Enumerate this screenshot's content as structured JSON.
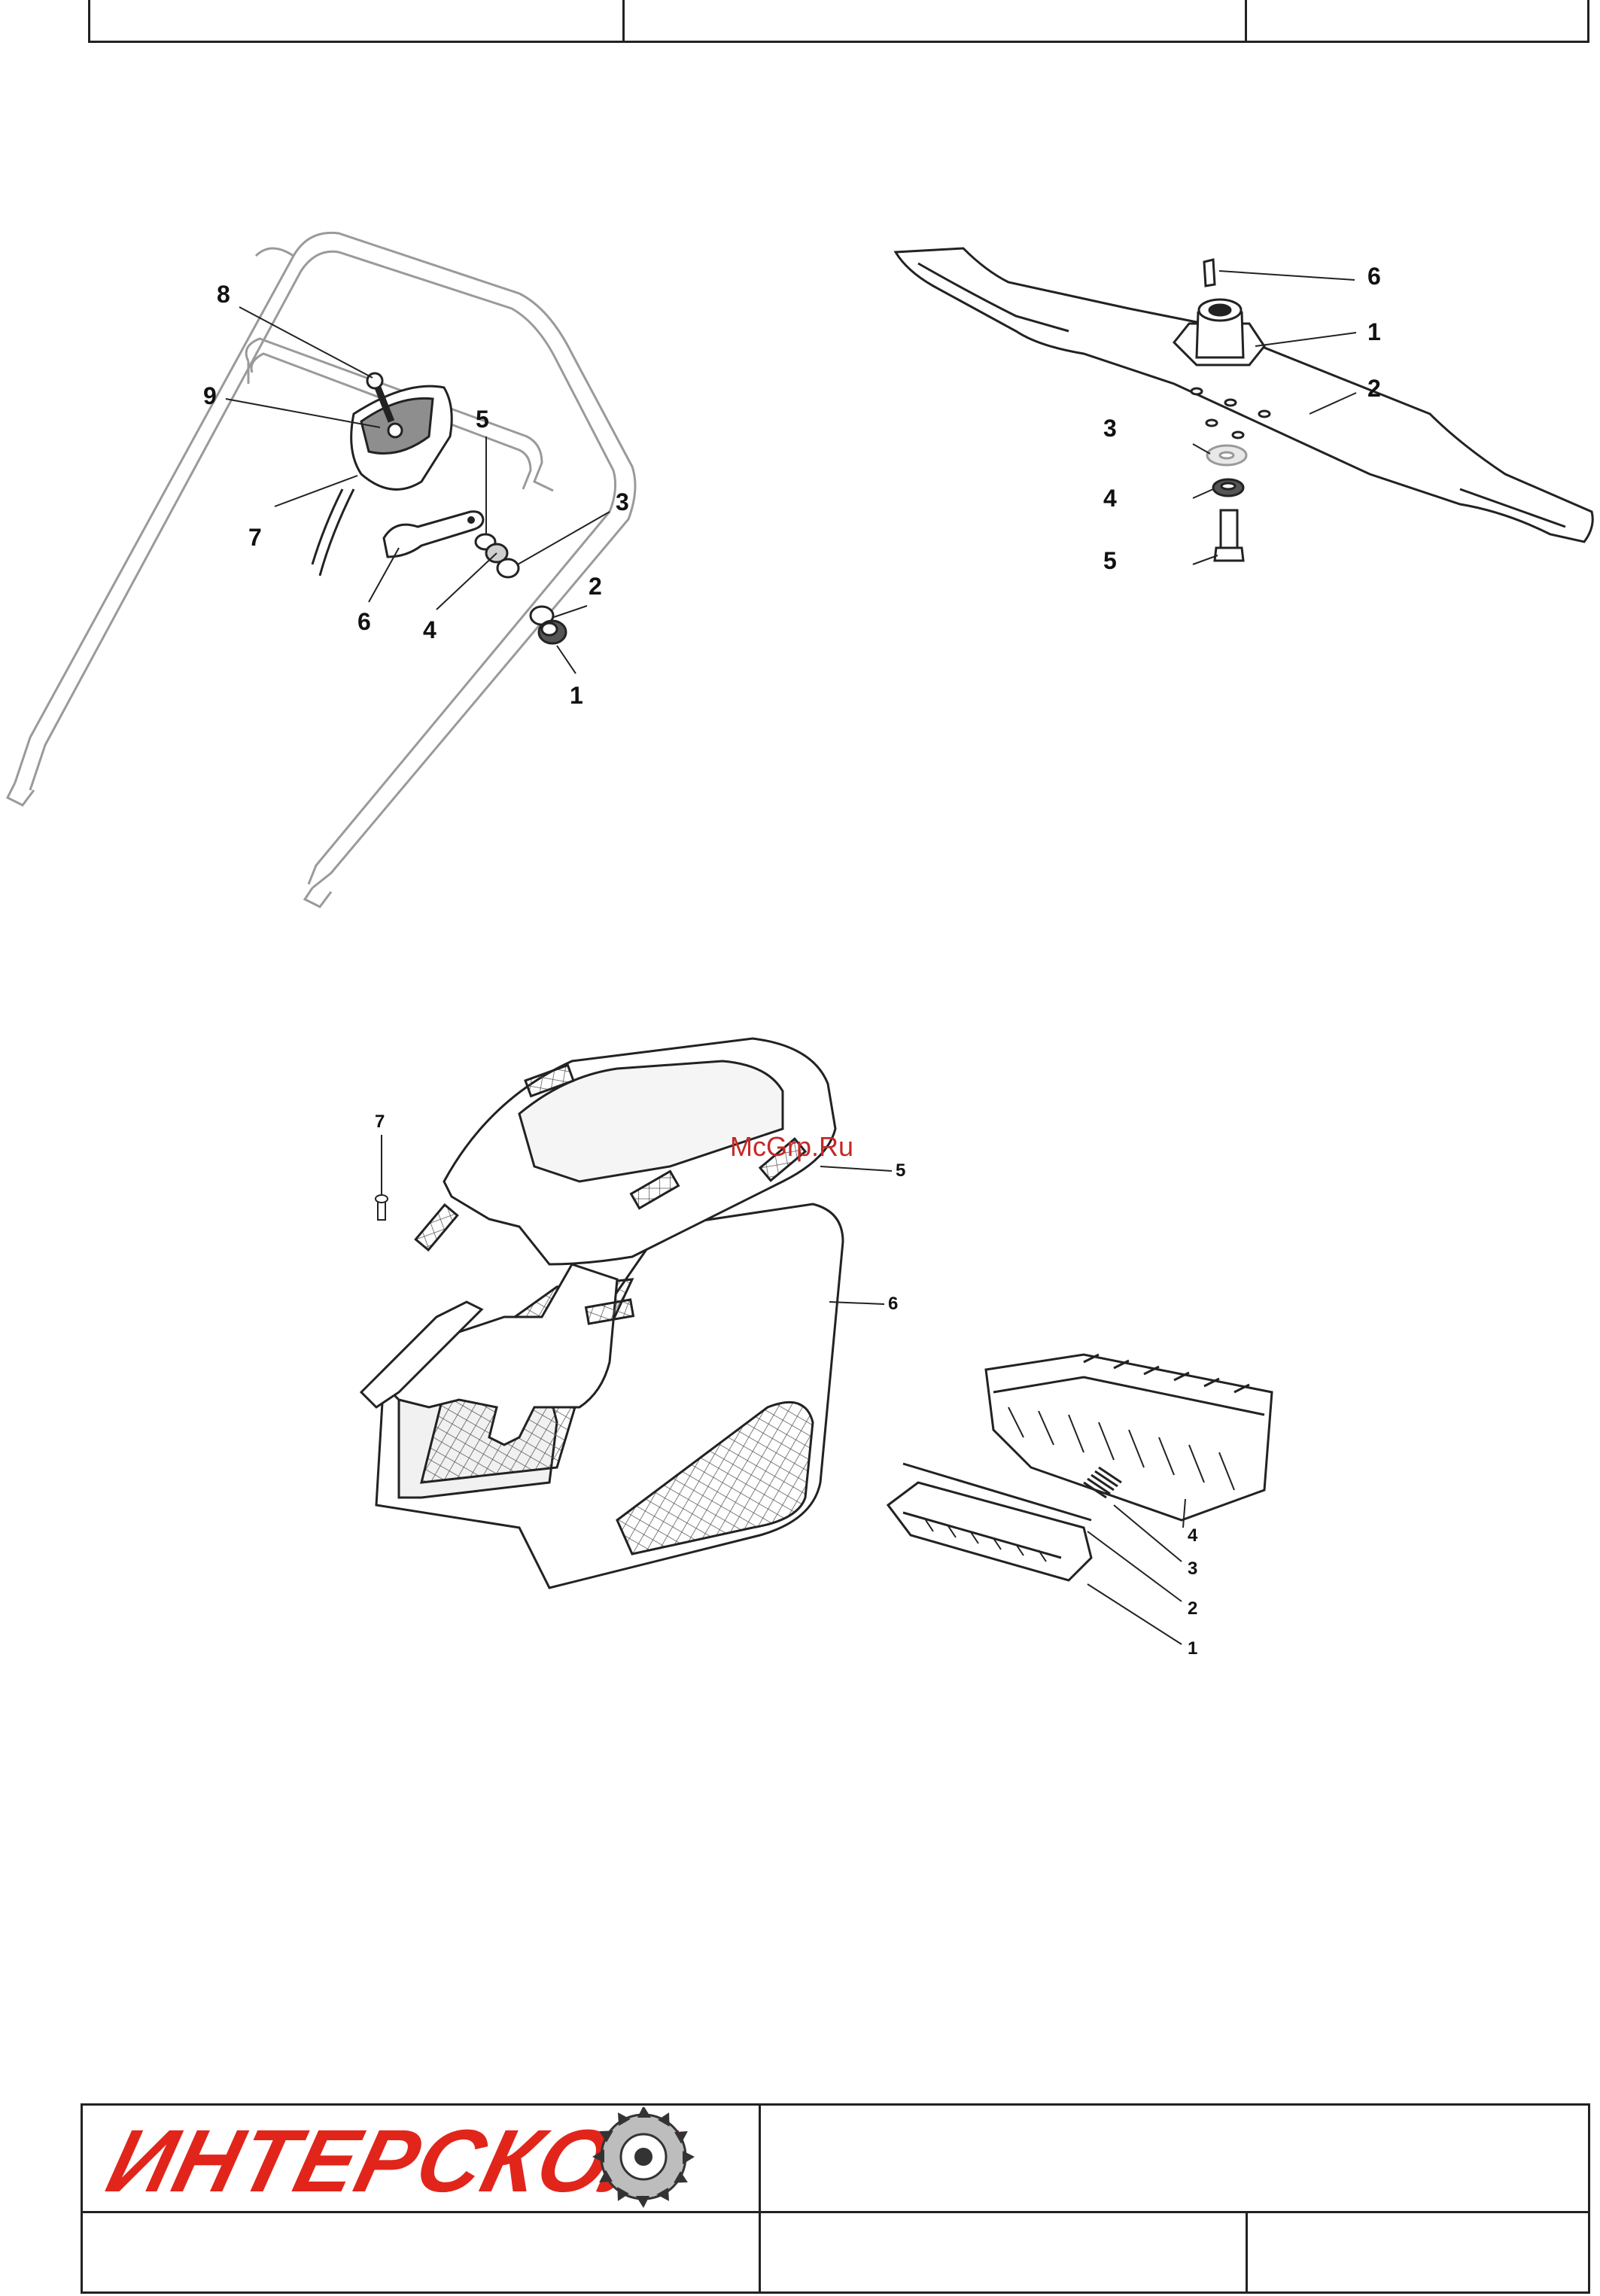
{
  "watermark": "McGrp.Ru",
  "logo": {
    "text": "ИНТЕРСКОЛ",
    "color": "#e1251b"
  },
  "diagrams": {
    "handle_assembly": {
      "callouts": [
        "8",
        "9",
        "7",
        "5",
        "3",
        "6",
        "4",
        "2",
        "1"
      ]
    },
    "blade_assembly": {
      "callouts": [
        "6",
        "1",
        "2",
        "3",
        "4",
        "5"
      ]
    },
    "grass_box": {
      "callouts": [
        "7",
        "5",
        "6",
        "4",
        "3",
        "2",
        "1"
      ]
    }
  },
  "header": {
    "cells": [
      "",
      "",
      ""
    ]
  },
  "footer": {
    "title_cell": "",
    "bottom_cells": [
      "",
      "",
      ""
    ]
  }
}
